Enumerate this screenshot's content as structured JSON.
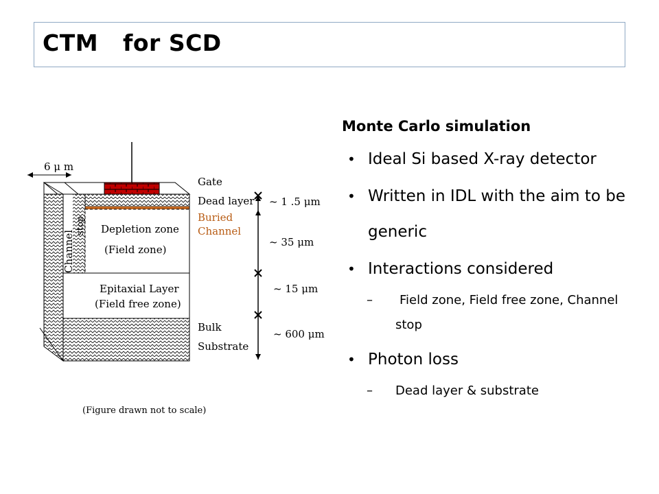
{
  "slide": {
    "title": "CTM   for SCD"
  },
  "diagram": {
    "width_label": "6 μ m",
    "gate_label": "Gate",
    "dead_layer_label": "Dead layer",
    "buried_label": "Buried",
    "channel_label": "Channel",
    "depletion_label": "Depletion zone",
    "field_zone_label": "(Field zone)",
    "epitaxial_label": "Epitaxial Layer",
    "field_free_label": "(Field free zone)",
    "bulk_label": "Bulk",
    "substrate_label": "Substrate",
    "channel_stop_label1": "Channel",
    "channel_stop_label2": "stop",
    "dim1": "~ 1 .5 μm",
    "dim2": "~ 35  μm",
    "dim3": "~ 15  μm",
    "dim4": "~ 600 μm",
    "caption": "(Figure drawn not to scale)",
    "colors": {
      "gate": "#c00000",
      "buried_channel": "#c0651f",
      "buried_text": "#b85c14"
    }
  },
  "content": {
    "heading": "Monte Carlo simulation",
    "bullets": [
      {
        "level": 1,
        "text": "Ideal Si based X-ray detector"
      },
      {
        "level": 1,
        "text": "Written in IDL with the aim to be generic"
      },
      {
        "level": 1,
        "text": "Interactions considered"
      },
      {
        "level": 2,
        "text": "Field zone, Field free zone, Channel stop"
      },
      {
        "level": 1,
        "text": "Photon loss"
      },
      {
        "level": 2,
        "text": "Dead layer & substrate"
      }
    ]
  }
}
